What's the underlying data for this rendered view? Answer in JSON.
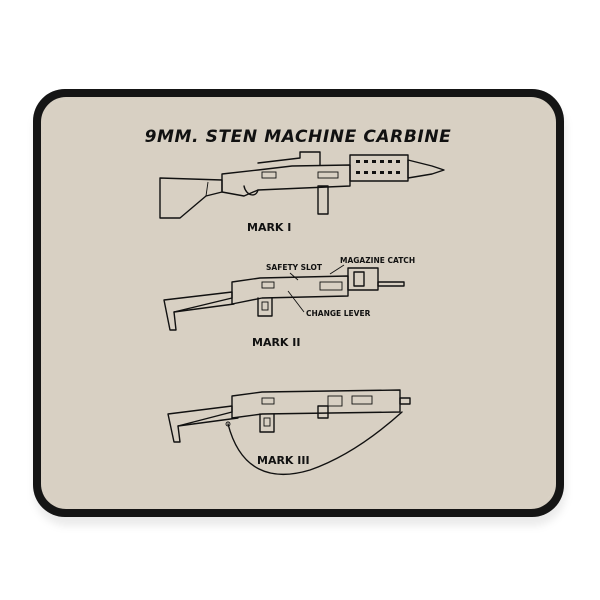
{
  "title": "9MM. STEN MACHINE CARBINE",
  "marks": [
    {
      "label": "MARK I"
    },
    {
      "label": "MARK II"
    },
    {
      "label": "MARK III"
    }
  ],
  "callouts": {
    "safety_slot": "SAFETY SLOT",
    "magazine_catch": "MAGAZINE CATCH",
    "change_lever": "CHANGE LEVER"
  },
  "colors": {
    "mat_surface": "#d8d0c3",
    "mat_edge": "#151515",
    "ink": "#111111"
  }
}
